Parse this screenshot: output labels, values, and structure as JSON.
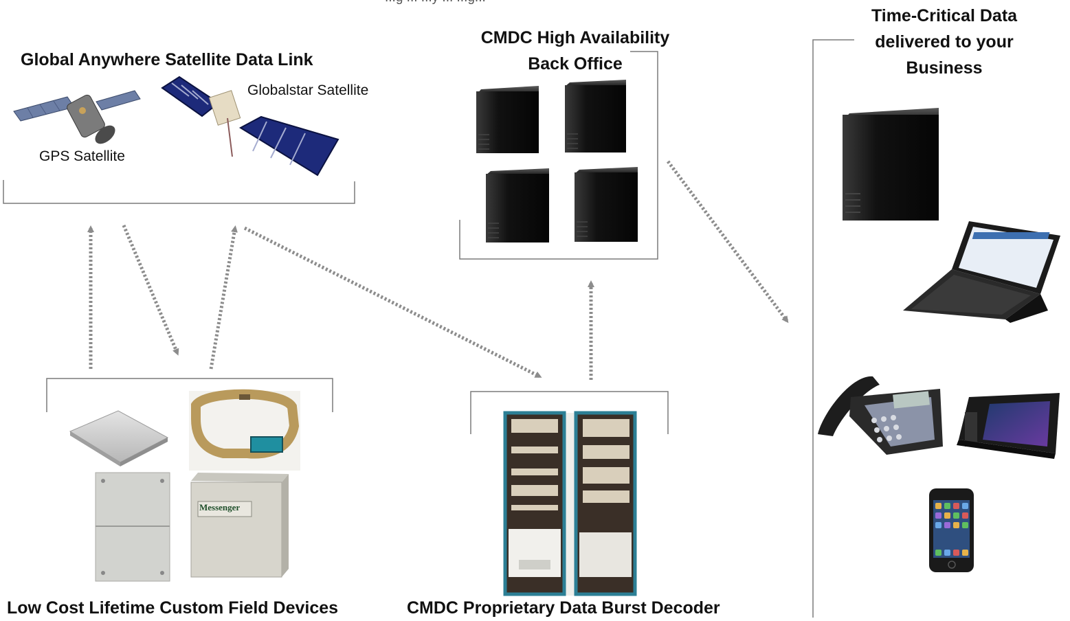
{
  "header": {
    "caption": "...g ... ...y ... ...g..."
  },
  "satellite_group": {
    "title": "Global Anywhere Satellite Data Link",
    "globalstar_label": "Globalstar Satellite",
    "gps_label": "GPS Satellite"
  },
  "backoffice_group": {
    "title_line1": "CMDC High Availability",
    "title_line2": "Back Office"
  },
  "business_group": {
    "title_line1": "Time-Critical Data",
    "title_line2": "delivered to your",
    "title_line3": "Business"
  },
  "field_devices_group": {
    "title": "Low Cost Lifetime Custom Field Devices",
    "messenger_label": "Messenger"
  },
  "decoder_group": {
    "title": "CMDC Proprietary Data Burst Decoder"
  },
  "colors": {
    "arrow": "#8c8c8c",
    "bracket": "#7a7a7a",
    "server": "#151515",
    "satellite_panel": "#1d2a7a",
    "device_gray": "#c9c9c9",
    "rack_frame": "#2c7f95"
  }
}
